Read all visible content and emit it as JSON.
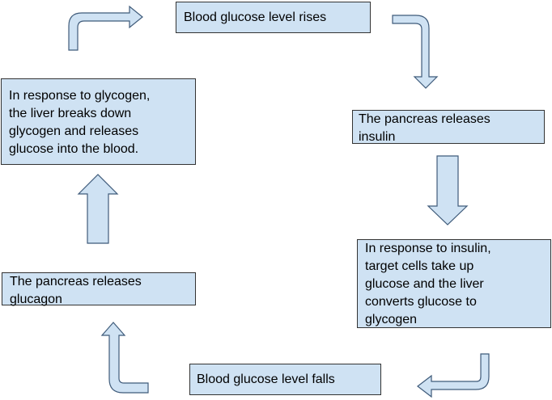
{
  "diagram": {
    "title": "",
    "colors": {
      "box_fill": "#cfe2f3",
      "box_border": "#333333",
      "arrow_fill": "#cfe2f3",
      "arrow_stroke": "#3f5b7a"
    },
    "steps": {
      "glucose_rises": "Blood glucose level rises",
      "pancreas_insulin": "The pancreas releases\ninsulin",
      "insulin_response": "In response to insulin,\ntarget cells take up\nglucose and the liver\nconverts glucose to\nglycogen",
      "glucose_falls": "Blood glucose level falls",
      "pancreas_glucagon": "The pancreas releases\nglucagon",
      "glycogen_response": "In response to glycogen,\nthe liver breaks down\nglycogen and releases\nglucose into the blood."
    }
  }
}
